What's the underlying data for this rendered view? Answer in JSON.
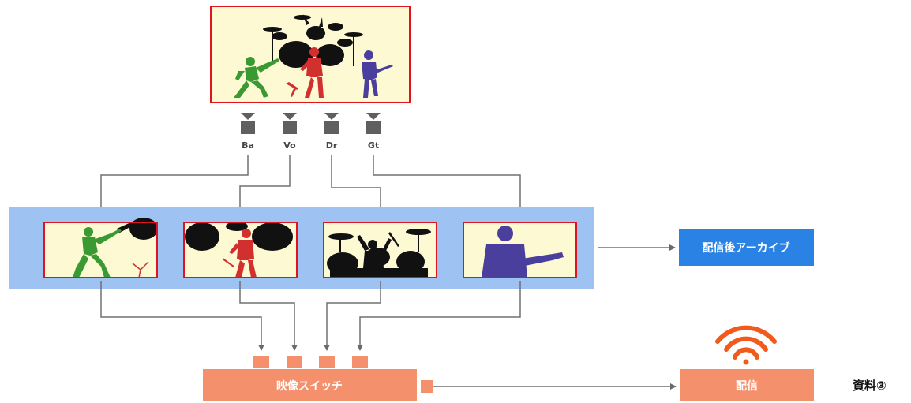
{
  "colors": {
    "stage_fill": "#fdf9d3",
    "frame_red": "#e0141e",
    "band_blue": "#9ec3f3",
    "archive_blue": "#2a82e4",
    "switch_orange": "#f5906c",
    "wifi_orange": "#f25a1d",
    "line_gray": "#707070",
    "camera_gray": "#5f5f5f",
    "bass_green": "#3a9a32",
    "vocal_red": "#d2302e",
    "drum_black": "#111111",
    "guitar_purple": "#4a3f9c"
  },
  "cameras": [
    {
      "id": "ba",
      "label": "Ba"
    },
    {
      "id": "vo",
      "label": "Vo"
    },
    {
      "id": "dr",
      "label": "Dr"
    },
    {
      "id": "gt",
      "label": "Gt"
    }
  ],
  "archive": {
    "label": "配信後アーカイブ"
  },
  "switcher": {
    "label": "映像スイッチ"
  },
  "stream": {
    "label": "配信",
    "icon": "wifi-icon"
  },
  "reference_label": "資料③"
}
